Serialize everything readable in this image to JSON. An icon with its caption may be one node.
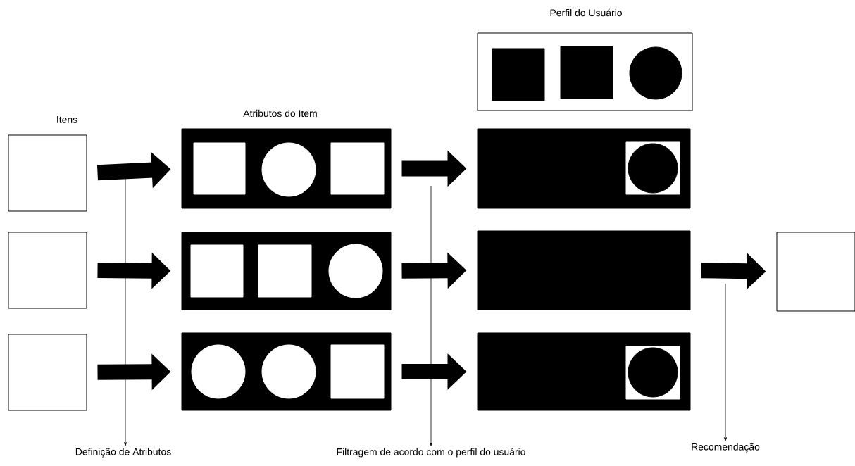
{
  "diagram": {
    "nodes": [
      {
        "text": [
          "Perfil do Usuário"
        ]
      },
      {
        "text": [],
        "shape": "box",
        "in": 0
      },
      {
        "text": [],
        "shape": "box",
        "in": 0
      },
      {
        "text": [],
        "shape": "circle",
        "in": 0
      },
      {
        "text": [],
        "shape": "box"
      },
      {
        "text": [],
        "shape": "box"
      },
      {
        "text": [],
        "shape": "box",
        "in": 5
      },
      {
        "text": [],
        "shape": "circle",
        "in": 5
      },
      {
        "text": [],
        "shape": "box",
        "in": 5
      },
      {
        "text": [],
        "shape": "box"
      },
      {
        "text": [],
        "shape": "box",
        "in": 9
      },
      {
        "text": [],
        "shape": "circle",
        "in": 10
      },
      {
        "text": [],
        "shape": "box"
      },
      {
        "text": [],
        "shape": "box"
      },
      {
        "text": [],
        "shape": "box",
        "in": 13
      },
      {
        "text": [],
        "shape": "box",
        "in": 13
      },
      {
        "text": [],
        "shape": "circle",
        "in": 13
      },
      {
        "text": [],
        "shape": "box"
      },
      {
        "text": [],
        "shape": "box"
      },
      {
        "text": [],
        "shape": "box"
      },
      {
        "text": [],
        "shape": "box"
      },
      {
        "text": [],
        "shape": "circle",
        "in": 20
      },
      {
        "text": [],
        "shape": "circle",
        "in": 20
      },
      {
        "text": [],
        "shape": "box",
        "in": 20
      },
      {
        "text": [],
        "shape": "box"
      },
      {
        "text": [],
        "shape": "box",
        "in": 24
      },
      {
        "text": [],
        "shape": "circle",
        "in": 25
      },
      {
        "text": [
          "Definição de Atributos"
        ]
      },
      {
        "text": [
          "Filtragem de acordo com o perfil do usuário"
        ]
      },
      {
        "text": [
          "Recomendação"
        ]
      }
    ],
    "edges": [
      {
        "from": 4,
        "to": 5,
        "arrow": "to"
      },
      {
        "from": 5,
        "to": 9,
        "arrow": "to"
      },
      {
        "from": 12,
        "to": 13,
        "arrow": "to"
      },
      {
        "from": 13,
        "to": 17,
        "arrow": "to"
      },
      {
        "from": 17,
        "to": 18,
        "arrow": "to"
      },
      {
        "from": 19,
        "to": 20,
        "arrow": "to"
      },
      {
        "from": 20,
        "to": 24,
        "arrow": "to"
      },
      {
        "from": null,
        "to": 27,
        "arrow": "to"
      },
      {
        "from": null,
        "to": 28,
        "arrow": "to"
      },
      {
        "from": null,
        "to": 29,
        "arrow": "to"
      }
    ],
    "labels": [
      "Itens",
      "Atributos do Item"
    ]
  }
}
